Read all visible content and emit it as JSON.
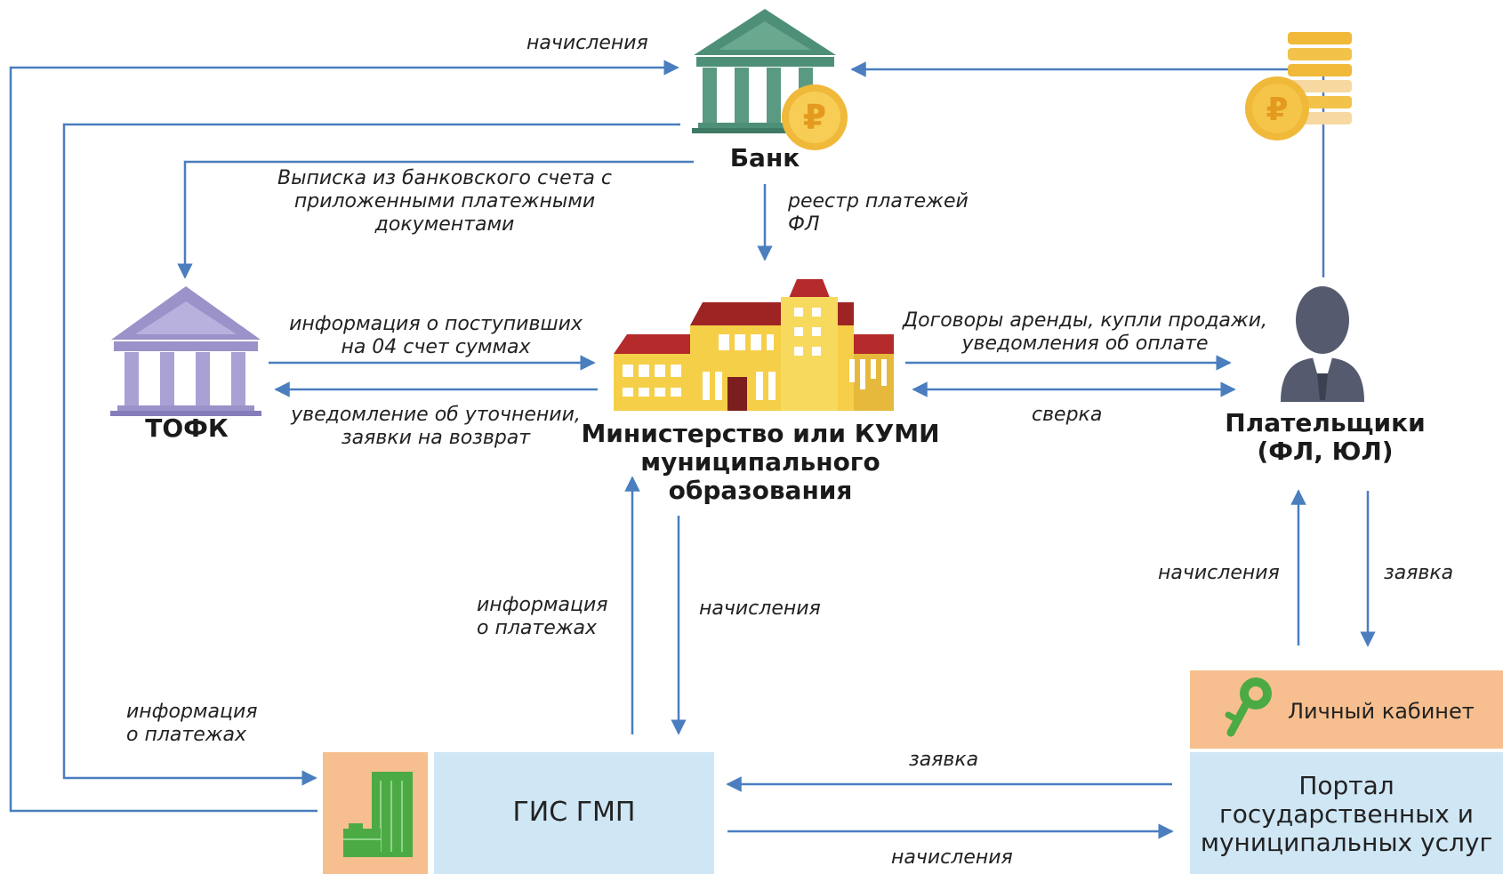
{
  "colors": {
    "arrow": "#4a7ebf",
    "bank_green": "#4e8f78",
    "tofk_purple": "#9a92c9",
    "building_yellow": "#f5cf48",
    "roof_red": "#b52a2a",
    "coin": "#f0b93a",
    "person": "#555a6e",
    "box_blue": "#cfe6f5",
    "box_orange": "#f7bf8f",
    "icon_green": "#4caa45"
  },
  "nodes": {
    "bank": {
      "title": "Банк",
      "icon": "bank-building-icon"
    },
    "tofk": {
      "title": "ТОФК",
      "icon": "treasury-building-icon"
    },
    "ministry": {
      "title": "Министерство или КУМИ\nмуниципального\nобразования",
      "icon": "ministry-building-icon"
    },
    "payers": {
      "title": "Плательщики\n(ФЛ, ЮЛ)",
      "icon": "person-icon"
    },
    "gis": {
      "title": "ГИС ГМП",
      "icon": "office-building-icon"
    },
    "cabinet": {
      "title": "Личный кабинет",
      "icon": "key-icon"
    },
    "portal": {
      "title": "Портал\nгосударственных и\nмуниципальных услуг"
    }
  },
  "edges": {
    "top_accruals": "начисления",
    "bank_statement": "Выписка из банковского счета с\nприложенными платежными\nдокументами",
    "payments_registry": "реестр платежей\nФЛ",
    "tofk_info": "информация о поступивших\nна 04 счет суммах",
    "tofk_notice": "уведомление об уточнении,\nзаявки на возврат",
    "contracts": "Договоры аренды, купли продажи,\nуведомления об оплате",
    "reconciliation": "сверка",
    "payment_info_left": "информация\nо платежах",
    "payment_info_mid": "информация\nо платежах",
    "accruals_mid": "начисления",
    "accruals_right": "начисления",
    "request_right": "заявка",
    "request_bottom": "заявка",
    "accruals_bottom": "начисления"
  }
}
